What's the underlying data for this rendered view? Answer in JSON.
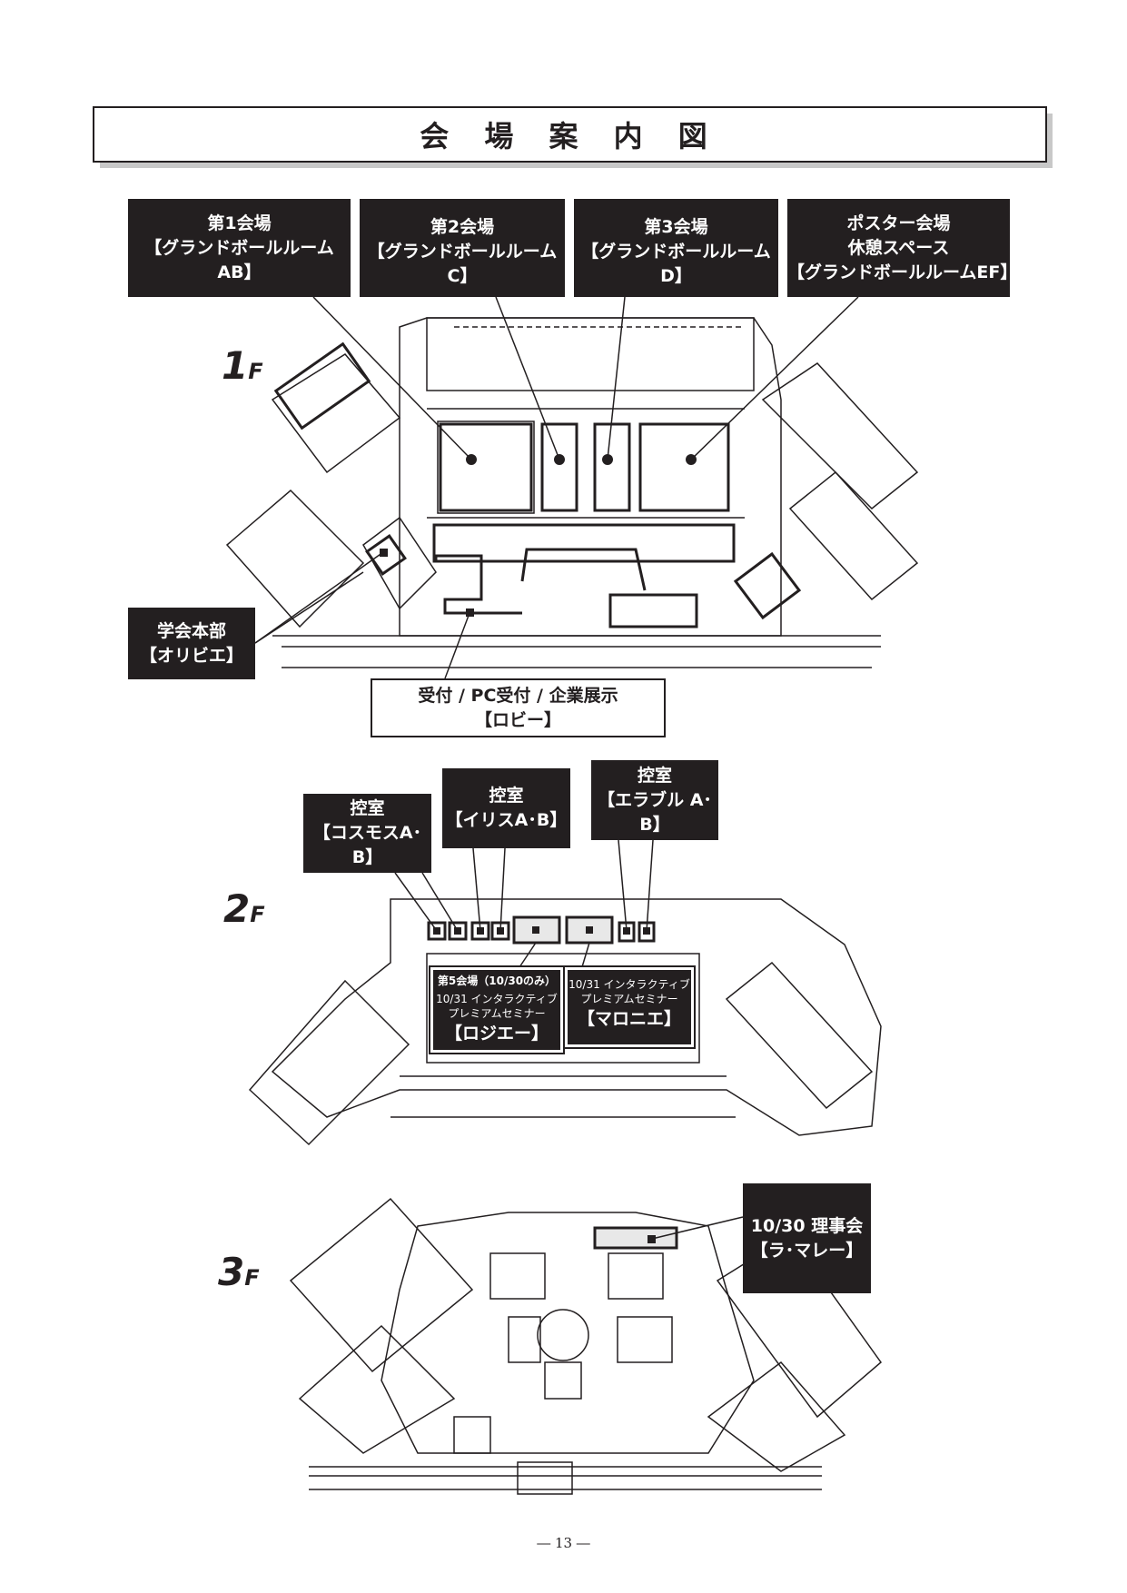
{
  "title": "会 場 案 内 図",
  "floors": {
    "f1": {
      "num": "1",
      "suffix": "F"
    },
    "f2": {
      "num": "2",
      "suffix": "F"
    },
    "f3": {
      "num": "3",
      "suffix": "F"
    }
  },
  "floor1_labels": {
    "hall1": {
      "line1": "第1会場",
      "line2": "【グランドボールルームAB】"
    },
    "hall2": {
      "line1": "第2会場",
      "line2": "【グランドボールルームC】"
    },
    "hall3": {
      "line1": "第3会場",
      "line2": "【グランドボールルームD】"
    },
    "poster": {
      "line1": "ポスター会場",
      "line2": "休憩スペース",
      "line3": "【グランドボールルームEF】"
    },
    "hq": {
      "line1": "学会本部",
      "line2": "【オリビエ】"
    },
    "reception": {
      "line1": "受付 / PC受付 / 企業展示",
      "line2": "【ロビー】"
    }
  },
  "floor2_labels": {
    "cosmos": {
      "line1": "控室",
      "line2": "【コスモスA･B】"
    },
    "iris": {
      "line1": "控室",
      "line2": "【イリスA･B】"
    },
    "erable": {
      "line1": "控室",
      "line2": "【エラブル A･B】"
    },
    "rosier": {
      "line1": "第5会場（10/30のみ）",
      "line2": "10/31 インタラクティブ",
      "line3": "プレミアムセミナー",
      "line4": "【ロジエー】"
    },
    "marronnier": {
      "line1": "10/31 インタラクティブ",
      "line2": "プレミアムセミナー",
      "line3": "【マロニエ】"
    }
  },
  "floor3_labels": {
    "board": {
      "line1": "10/30 理事会",
      "line2": "【ラ･マレー】"
    }
  },
  "page_number": "― 13 ―"
}
